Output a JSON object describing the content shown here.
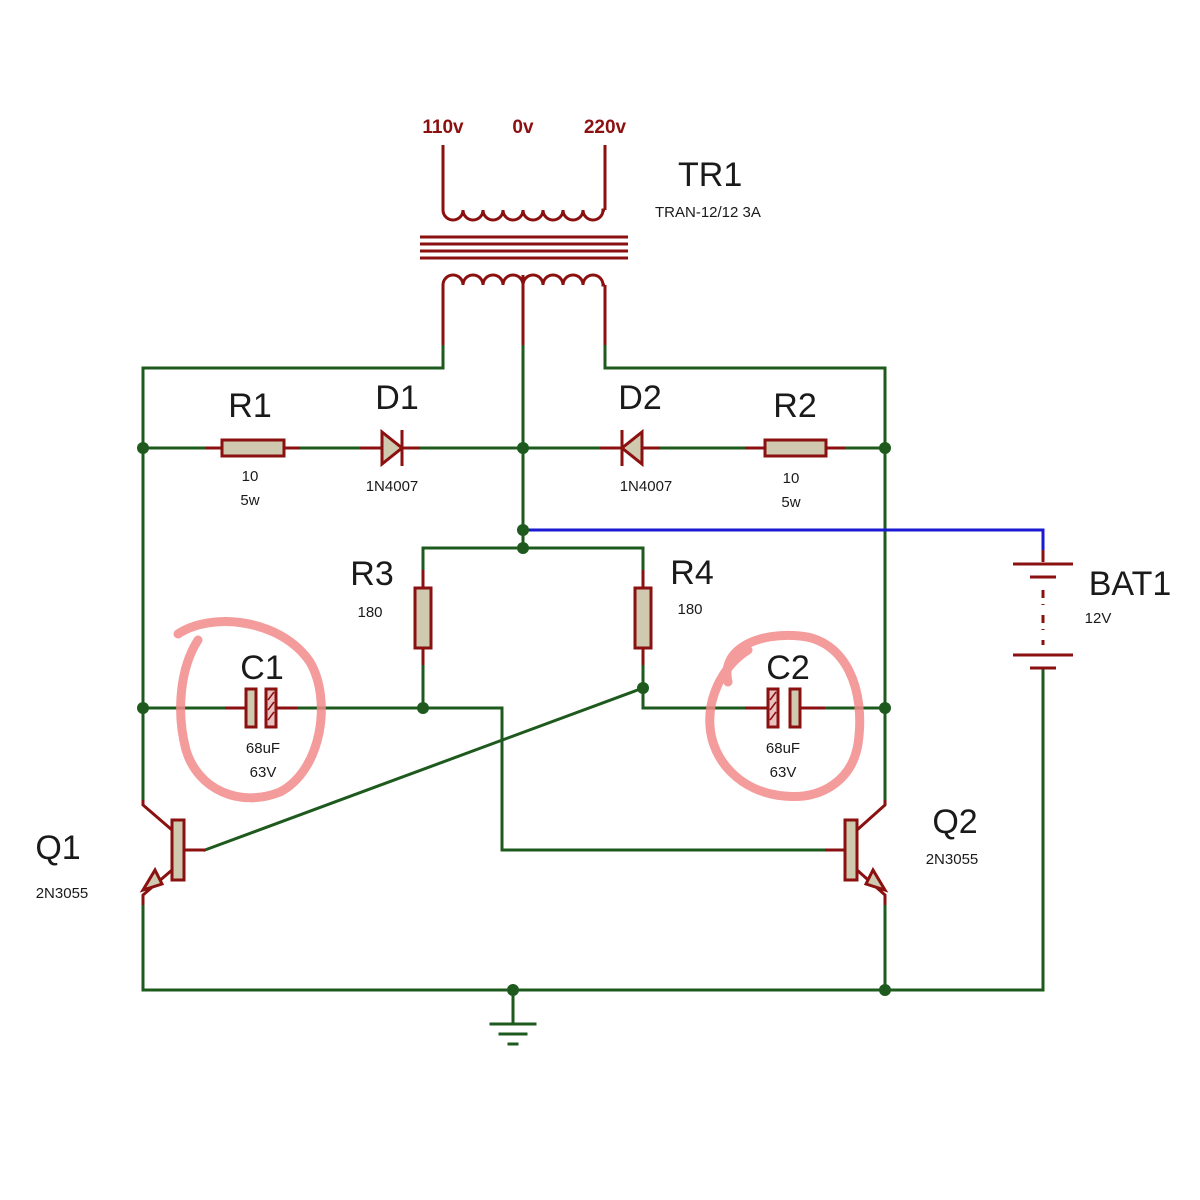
{
  "transformer": {
    "ref": "TR1",
    "value": "TRAN-12/12 3A",
    "taps": [
      "110v",
      "0v",
      "220v"
    ]
  },
  "resistors": [
    {
      "ref": "R1",
      "value": "10",
      "power": "5w"
    },
    {
      "ref": "R2",
      "value": "10",
      "power": "5w"
    },
    {
      "ref": "R3",
      "value": "180"
    },
    {
      "ref": "R4",
      "value": "180"
    }
  ],
  "diodes": [
    {
      "ref": "D1",
      "value": "1N4007"
    },
    {
      "ref": "D2",
      "value": "1N4007"
    }
  ],
  "capacitors": [
    {
      "ref": "C1",
      "value": "68uF",
      "voltage": "63V"
    },
    {
      "ref": "C2",
      "value": "68uF",
      "voltage": "63V"
    }
  ],
  "transistors": [
    {
      "ref": "Q1",
      "value": "2N3055"
    },
    {
      "ref": "Q2",
      "value": "2N3055"
    }
  ],
  "battery": {
    "ref": "BAT1",
    "value": "12V"
  },
  "colors": {
    "wire": "#1e5a1e",
    "component": "#8b1010",
    "battery_wire": "#1a1ad2",
    "highlight": "#f28a8a"
  }
}
